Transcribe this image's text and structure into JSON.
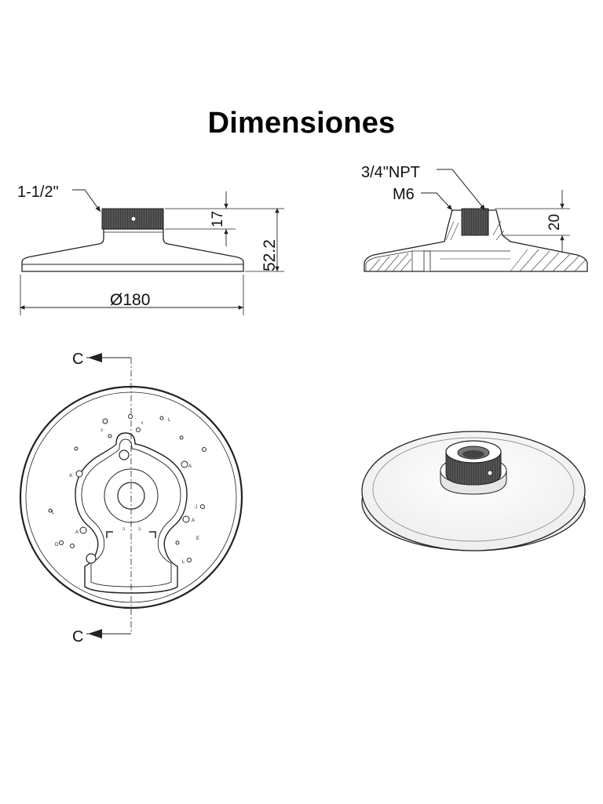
{
  "title": "Dimensiones",
  "side_view_left": {
    "thread_label": "1-1/2\"",
    "height_thread": "17",
    "height_total": "52.2",
    "diameter": "Ø180"
  },
  "side_view_right": {
    "npt_label": "3/4\"NPT",
    "screw_label": "M6",
    "height": "20"
  },
  "bottom_view": {
    "section_top": "C",
    "section_bottom": "C"
  },
  "colors": {
    "line": "#222222",
    "thread": "#444444",
    "background": "#ffffff"
  }
}
